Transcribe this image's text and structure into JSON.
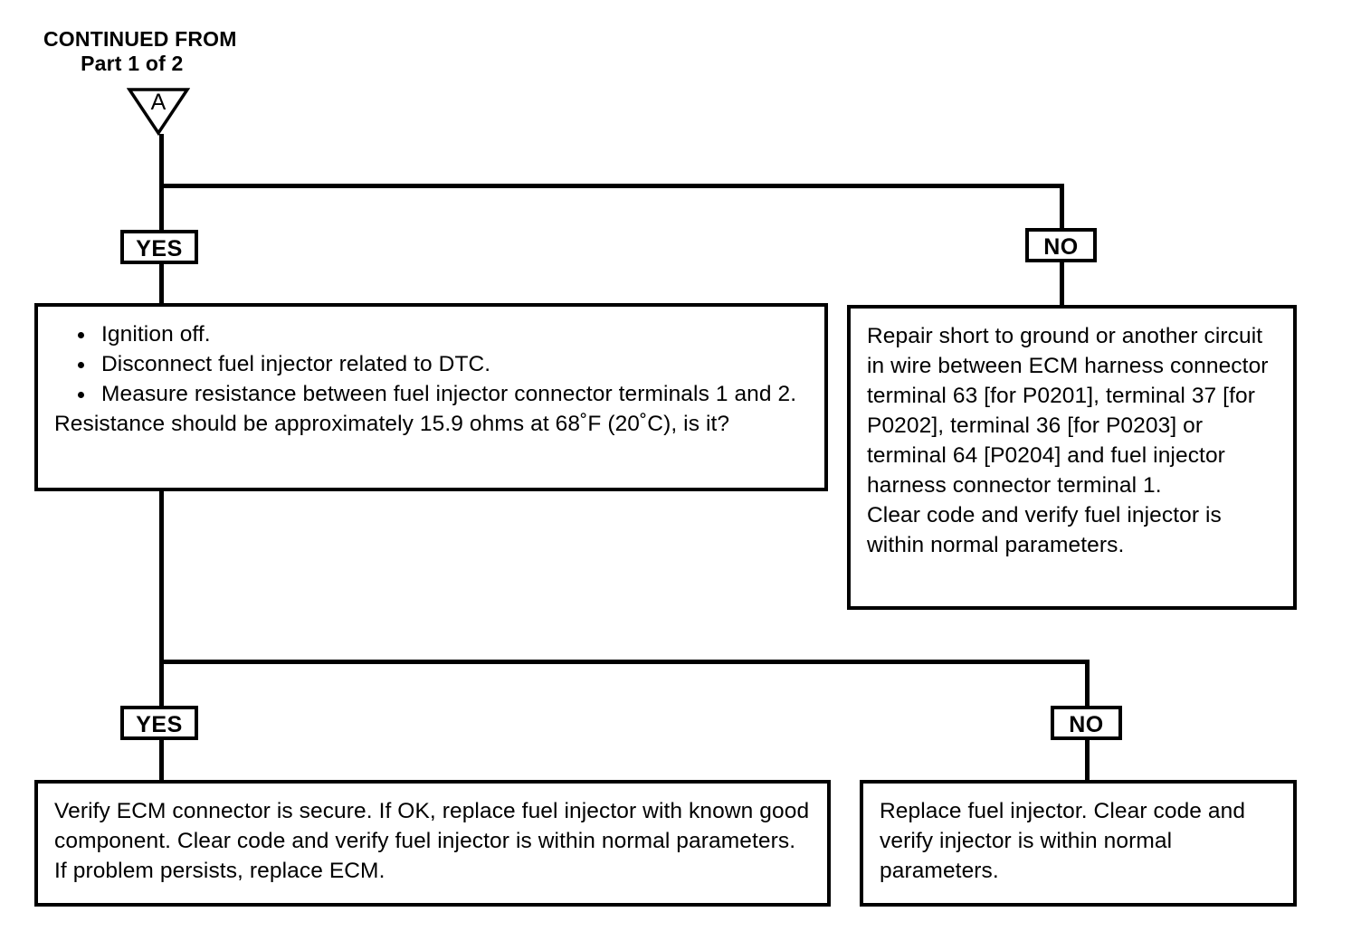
{
  "header": {
    "line1": "CONTINUED FROM",
    "line2": "Part 1 of 2"
  },
  "connector": {
    "letter": "A",
    "shape": "down-triangle"
  },
  "branches": {
    "first": {
      "yes_label": "YES",
      "no_label": "NO"
    },
    "second": {
      "yes_label": "YES",
      "no_label": "NO"
    }
  },
  "boxes": {
    "test_step": {
      "bullets": [
        "Ignition off.",
        "Disconnect fuel injector related to DTC.",
        "Measure resistance between fuel injector connector terminals 1 and 2."
      ],
      "question": "Resistance should be approximately 15.9 ohms at 68˚F (20˚C), is it?"
    },
    "repair_short": {
      "paragraphs": [
        "Repair short to ground or another circuit in wire between ECM harness connector terminal 63 [for P0201], terminal 37 [for P0202], terminal 36 [for P0203] or terminal 64 [P0204] and fuel injector harness connector terminal 1.",
        "Clear code and verify fuel injector is within normal parameters."
      ]
    },
    "verify_ecm": {
      "paragraphs": [
        "Verify ECM connector is secure. If OK, replace fuel injector with known good component. Clear code and verify fuel injector is within normal parameters. If problem persists, replace ECM."
      ]
    },
    "replace_injector": {
      "paragraphs": [
        "Replace fuel injector. Clear code and verify injector is within normal parameters."
      ]
    }
  },
  "colors": {
    "ink": "#000000",
    "paper": "#ffffff"
  }
}
